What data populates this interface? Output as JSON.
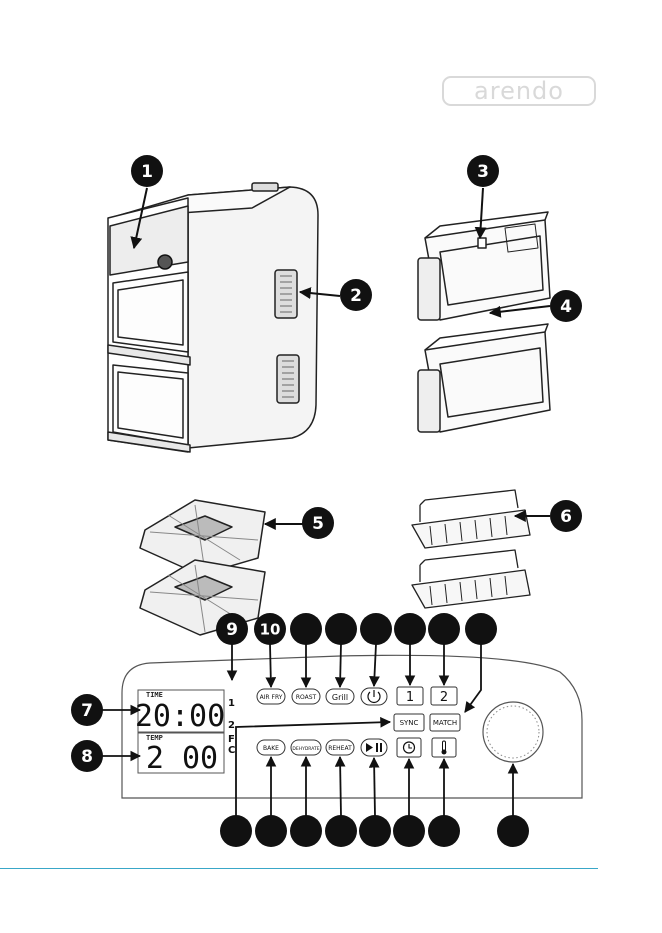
{
  "logo": {
    "text": "arendo"
  },
  "callouts": {
    "c1": "1",
    "c2": "2",
    "c3": "3",
    "c4": "4",
    "c5": "5",
    "c6": "6",
    "c7": "7",
    "c8": "8",
    "c9": "9",
    "c10": "10"
  },
  "panel": {
    "time_label": "TIME",
    "time_value": "20:00",
    "temp_label": "TEMP",
    "temp_value": "2 00",
    "zone1": "1",
    "zone2": "2",
    "unit_f": "F",
    "unit_c": "C",
    "buttons": {
      "air_fry": "AIR FRY",
      "roast": "ROAST",
      "grill": "Grill",
      "zone1": "1",
      "zone2": "2",
      "sync": "SYNC",
      "match": "MATCH",
      "bake": "BAKE",
      "dehydrate": "DEHYDRATE",
      "reheat": "REHEAT"
    }
  }
}
